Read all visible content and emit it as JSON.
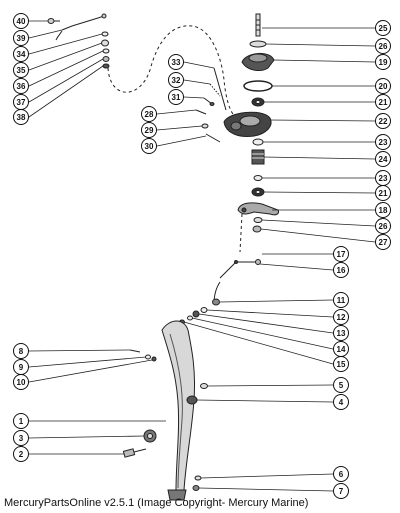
{
  "caption": "MercuryPartsOnline v2.5.1 (Image Copyright- Mercury Marine)",
  "callouts_left": [
    "40",
    "39",
    "34",
    "35",
    "36",
    "37",
    "38",
    "28",
    "29",
    "30",
    "33",
    "32",
    "31",
    "8",
    "9",
    "10",
    "1",
    "3",
    "2"
  ],
  "callouts_right": [
    "25",
    "26",
    "19",
    "20",
    "21",
    "22",
    "23",
    "24",
    "23",
    "21",
    "18",
    "26",
    "27",
    "17",
    "16",
    "11",
    "12",
    "13",
    "14",
    "15",
    "5",
    "4",
    "6",
    "7"
  ]
}
